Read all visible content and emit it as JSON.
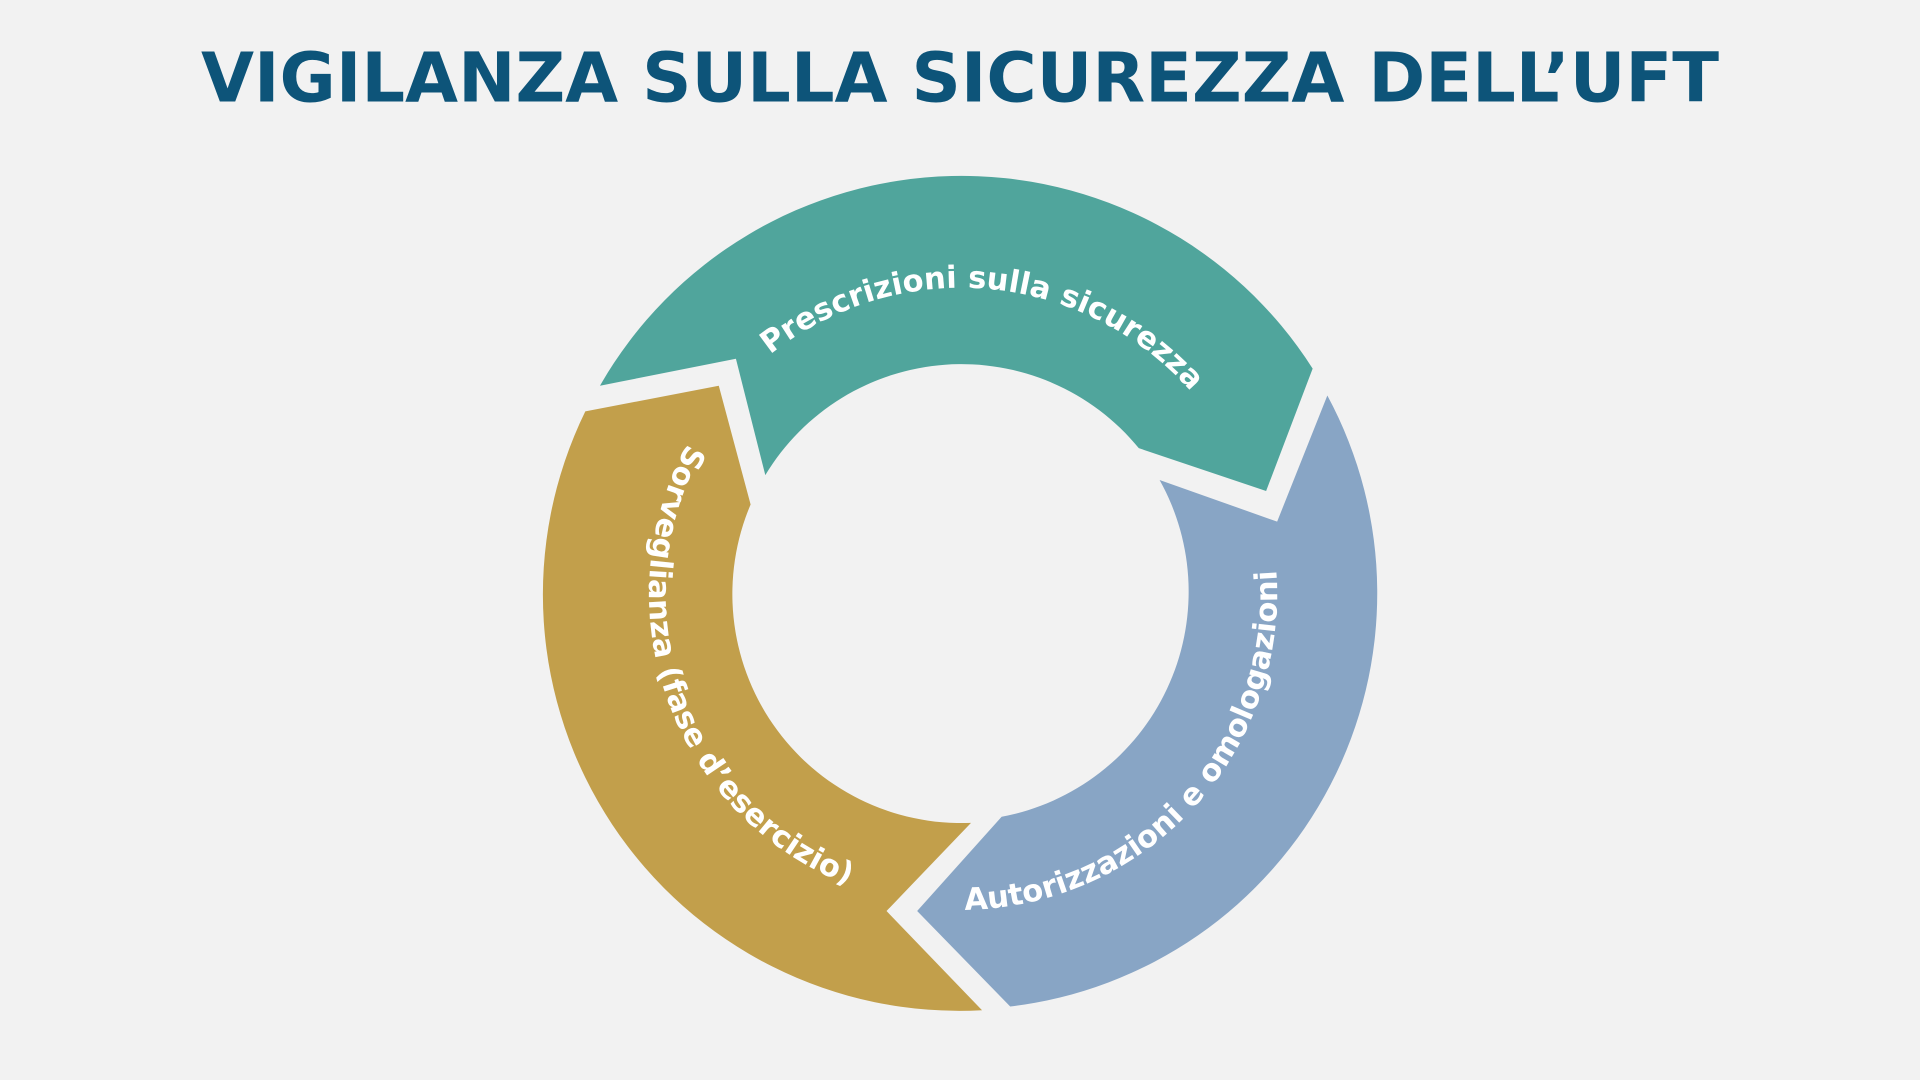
{
  "title": "VIGILANZA SULLA SICUREZZA DELL’UFT",
  "colors": {
    "background": "#f2f2f2",
    "title": "#0d5479",
    "prescrizioni": "#50a59c",
    "autorizzazioni": "#88a5c5",
    "sorveglianza": "#c29f4b"
  },
  "cycle": [
    {
      "id": "prescrizioni",
      "label": "Prescrizioni sulla sicurezza"
    },
    {
      "id": "autorizzazioni",
      "label": "Autorizzazioni e omologazioni"
    },
    {
      "id": "sorveglianza",
      "label": "Sorveglianza (fase d’esercizio)"
    }
  ]
}
